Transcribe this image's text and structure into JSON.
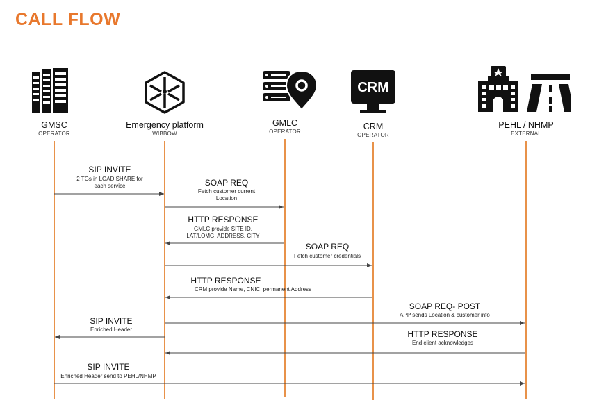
{
  "header": {
    "title": "CALL FLOW"
  },
  "colors": {
    "accent": "#e8782d",
    "lifeline": "#e8924a",
    "arrow": "#444444",
    "icon": "#111111"
  },
  "actors": [
    {
      "name": "GMSC",
      "sub": "OPERATOR",
      "icon": "server-rack-icon"
    },
    {
      "name": "Emergency platform",
      "sub": "WIBBOW",
      "icon": "cube-icon"
    },
    {
      "name": "GMLC",
      "sub": "OPERATOR",
      "icon": "server-location-icon"
    },
    {
      "name": "CRM",
      "sub": "OPERATOR",
      "icon": "crm-monitor-icon"
    },
    {
      "name": "PEHL / NHMP",
      "sub": "EXTERNAL",
      "icon": "police-highway-icon"
    }
  ],
  "messages": [
    {
      "from": "GMSC",
      "to": "Emergency platform",
      "title": "SIP INVITE",
      "detail_lines": [
        "2 TGs in LOAD SHARE for",
        "each service"
      ]
    },
    {
      "from": "Emergency platform",
      "to": "GMLC",
      "title": "SOAP REQ",
      "detail_lines": [
        "Fetch customer current",
        "Location"
      ]
    },
    {
      "from": "GMLC",
      "to": "Emergency platform",
      "title": "HTTP RESPONSE",
      "detail_lines": [
        "GMLC provide SITE ID,",
        "LAT/LOMG, ADDRESS, CITY"
      ]
    },
    {
      "from": "Emergency platform",
      "to": "CRM",
      "title": "SOAP REQ",
      "detail_lines": [
        "Fetch customer credentials"
      ]
    },
    {
      "from": "CRM",
      "to": "Emergency platform",
      "title": "HTTP RESPONSE",
      "detail_lines": [
        "CRM  provide Name, CNIC, permanent Address"
      ]
    },
    {
      "from": "Emergency platform",
      "to": "PEHL / NHMP",
      "title": "SOAP REQ- POST",
      "detail_lines": [
        "APP sends Location & customer info"
      ]
    },
    {
      "from": "Emergency platform",
      "to": "GMSC",
      "title": "SIP INVITE",
      "detail_lines": [
        "Enriched Header"
      ]
    },
    {
      "from": "PEHL / NHMP",
      "to": "Emergency platform",
      "title": "HTTP RESPONSE",
      "detail_lines": [
        "End client acknowledges"
      ]
    },
    {
      "from": "GMSC",
      "to": "PEHL / NHMP",
      "title": "SIP INVITE",
      "detail_lines": [
        "Enriched Header send to PEHL/NHMP"
      ]
    }
  ]
}
